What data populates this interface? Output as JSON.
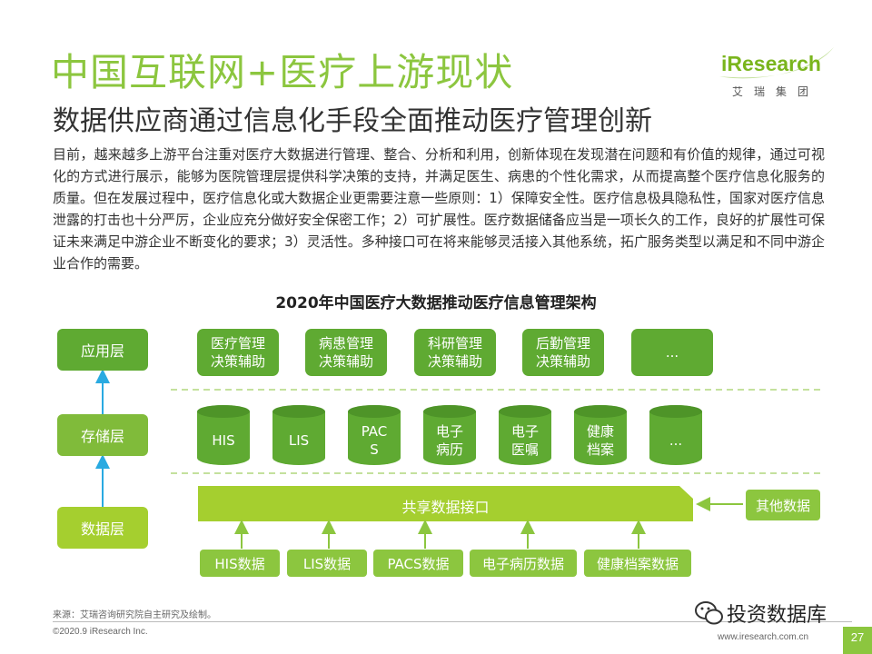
{
  "header": {
    "title": "中国互联网+医疗上游现状",
    "subtitle": "数据供应商通过信息化手段全面推动医疗管理创新"
  },
  "logo": {
    "brand": "iResearch",
    "cn": "艾瑞集团"
  },
  "body_text": "目前，越来越多上游平台注重对医疗大数据进行管理、整合、分析和利用，创新体现在发现潜在问题和有价值的规律，通过可视化的方式进行展示，能够为医院管理层提供科学决策的支持，并满足医生、病患的个性化需求，从而提高整个医疗信息化服务的质量。但在发展过程中，医疗信息化或大数据企业更需要注意一些原则：1）保障安全性。医疗信息极具隐私性，国家对医疗信息泄露的打击也十分严厉，企业应充分做好安全保密工作；2）可扩展性。医疗数据储备应当是一项长久的工作，良好的扩展性可保证未来满足中游企业不断变化的要求；3）灵活性。多种接口可在将来能够灵活接入其他系统，拓广服务类型以满足和不同中游企业合作的需要。",
  "diagram": {
    "title": "2020年中国医疗大数据推动医疗信息管理架构",
    "layers": {
      "app": "应用层",
      "storage": "存储层",
      "data": "数据层"
    },
    "apps": [
      {
        "line1": "医疗管理",
        "line2": "决策辅助"
      },
      {
        "line1": "病患管理",
        "line2": "决策辅助"
      },
      {
        "line1": "科研管理",
        "line2": "决策辅助"
      },
      {
        "line1": "后勤管理",
        "line2": "决策辅助"
      },
      {
        "line1": "...",
        "line2": ""
      }
    ],
    "databases": [
      "HIS",
      "LIS",
      "PACS",
      "电子病历",
      "电子医嘱",
      "健康档案",
      "..."
    ],
    "interface": "共享数据接口",
    "other_data": "其他数据",
    "sources": [
      "HIS数据",
      "LIS数据",
      "PACS数据",
      "电子病历数据",
      "健康档案数据"
    ]
  },
  "footer": {
    "source": "来源：艾瑞咨询研究院自主研究及绘制。",
    "copyright": "©2020.9 iResearch Inc.",
    "site": "www.iresearch.com.cn",
    "page": "27",
    "watermark": "投资数据库"
  },
  "colors": {
    "accent": "#8cc63f",
    "dark_green": "#5faa32",
    "arrow": "#29aae1"
  }
}
